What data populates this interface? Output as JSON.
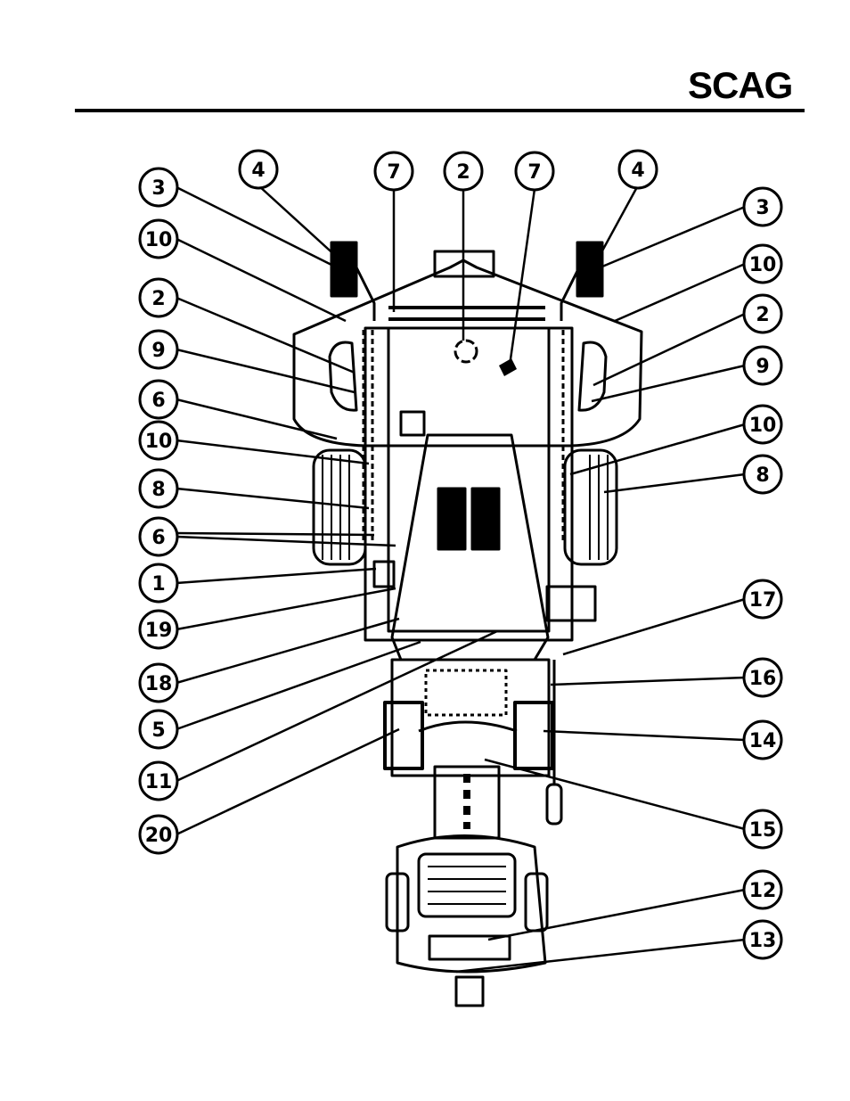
{
  "header": {
    "logo_text": "SCAG"
  },
  "diagram": {
    "callouts": [
      {
        "id": "c-l-3",
        "label": "3"
      },
      {
        "id": "c-l-10a",
        "label": "10"
      },
      {
        "id": "c-l-2",
        "label": "2"
      },
      {
        "id": "c-l-9",
        "label": "9"
      },
      {
        "id": "c-l-6a",
        "label": "6"
      },
      {
        "id": "c-l-10b",
        "label": "10"
      },
      {
        "id": "c-l-8",
        "label": "8"
      },
      {
        "id": "c-l-6b",
        "label": "6"
      },
      {
        "id": "c-l-1",
        "label": "1"
      },
      {
        "id": "c-l-19",
        "label": "19"
      },
      {
        "id": "c-l-18",
        "label": "18"
      },
      {
        "id": "c-l-5",
        "label": "5"
      },
      {
        "id": "c-l-11",
        "label": "11"
      },
      {
        "id": "c-l-20",
        "label": "20"
      },
      {
        "id": "c-t-4a",
        "label": "4"
      },
      {
        "id": "c-t-7a",
        "label": "7"
      },
      {
        "id": "c-t-2",
        "label": "2"
      },
      {
        "id": "c-t-7b",
        "label": "7"
      },
      {
        "id": "c-t-4b",
        "label": "4"
      },
      {
        "id": "c-r-3",
        "label": "3"
      },
      {
        "id": "c-r-10a",
        "label": "10"
      },
      {
        "id": "c-r-2",
        "label": "2"
      },
      {
        "id": "c-r-9",
        "label": "9"
      },
      {
        "id": "c-r-10b",
        "label": "10"
      },
      {
        "id": "c-r-8",
        "label": "8"
      },
      {
        "id": "c-r-17",
        "label": "17"
      },
      {
        "id": "c-r-16",
        "label": "16"
      },
      {
        "id": "c-r-14",
        "label": "14"
      },
      {
        "id": "c-r-15",
        "label": "15"
      },
      {
        "id": "c-r-12",
        "label": "12"
      },
      {
        "id": "c-r-13",
        "label": "13"
      }
    ]
  }
}
